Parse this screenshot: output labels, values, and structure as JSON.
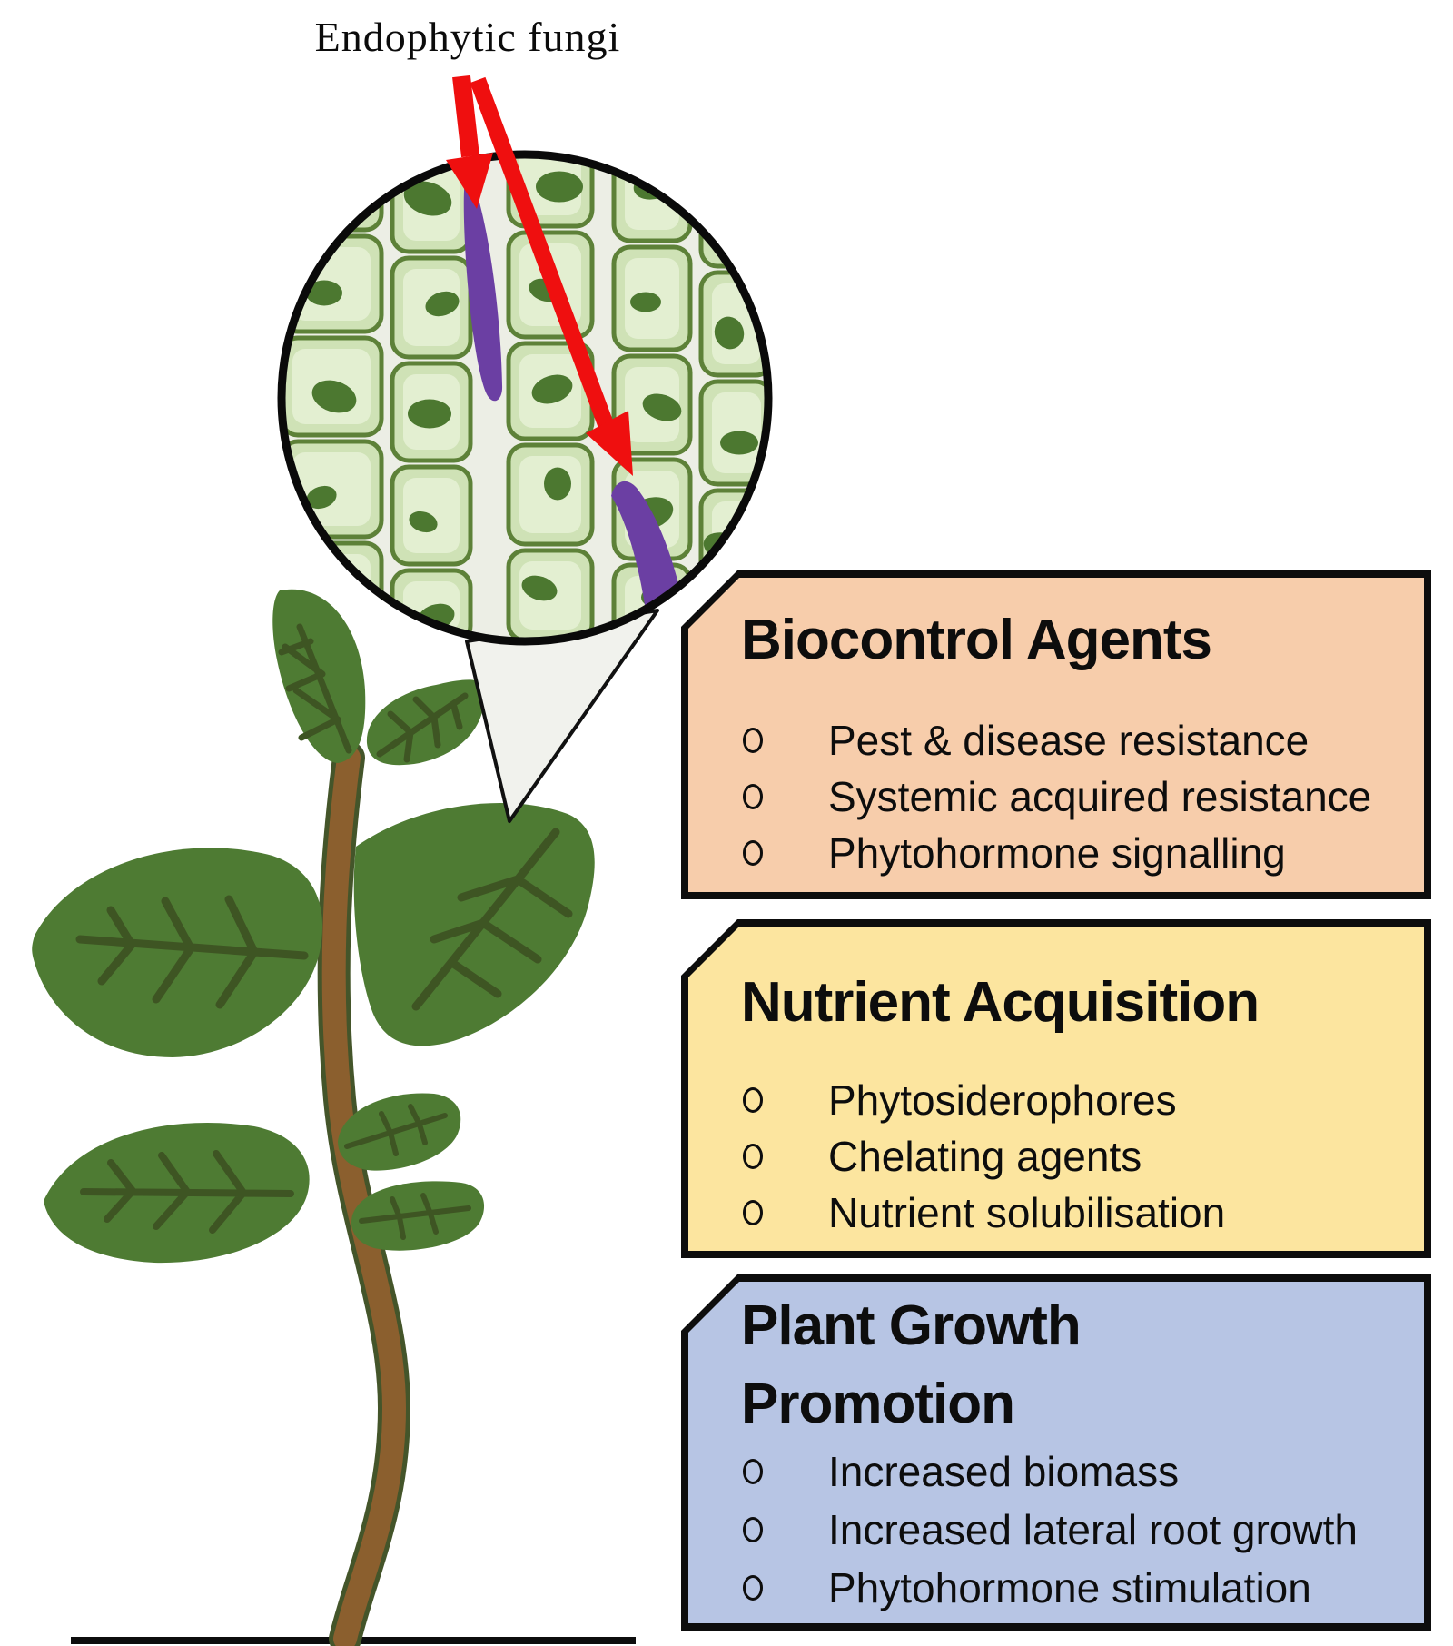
{
  "figure_label": {
    "text": "Endophytic fungi"
  },
  "magnifier": {
    "description": "circular magnified view of leaf tissue cells with endophytic fungal hyphae between cells"
  },
  "boxes": [
    {
      "id": "biocontrol",
      "title": "Biocontrol Agents",
      "items": [
        "Pest & disease resistance",
        "Systemic acquired resistance",
        "Phytohormone signalling"
      ]
    },
    {
      "id": "nutrient",
      "title": "Nutrient Acquisition",
      "items": [
        "Phytosiderophores",
        "Chelating agents",
        "Nutrient solubilisation"
      ]
    },
    {
      "id": "growth",
      "title": "Plant Growth Promotion",
      "items": [
        "Increased biomass",
        "Increased lateral root growth",
        "Phytohormone stimulation"
      ]
    }
  ],
  "colors": {
    "box_biocontrol_bg": "#F7CDAB",
    "box_nutrient_bg": "#FCE59F",
    "box_growth_bg": "#B7C5E4",
    "box_border": "#0D0D0D",
    "arrow_red": "#EF0F0F",
    "hypha_purple": "#6B3FA3",
    "leaf_green": "#4E7B33",
    "leaf_vein": "#3E5523",
    "stem_brown": "#8B5F2E",
    "stem_outline": "#44552A",
    "cell_fill": "#CFE2B6",
    "cell_inner": "#E3EFD1",
    "cell_outline": "#5D8138",
    "nucleus_green": "#4C7830",
    "circle_gap_bg": "#ECEEE5",
    "cone_fill": "#F1F2ED"
  }
}
